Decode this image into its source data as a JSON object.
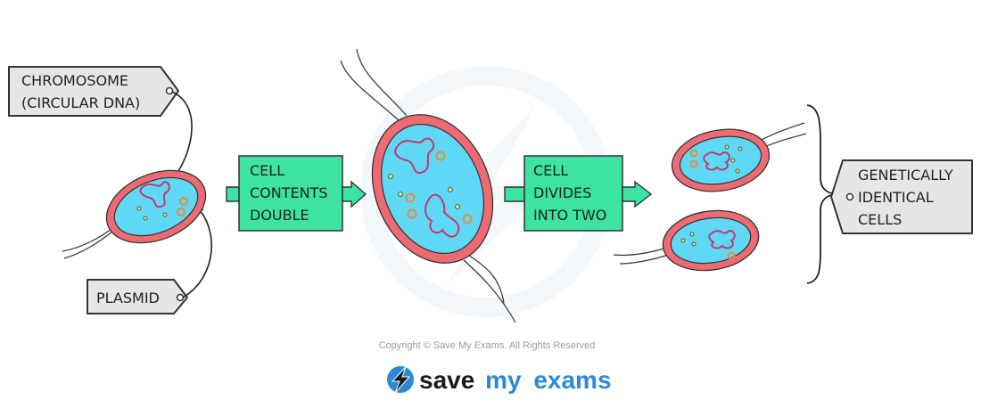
{
  "labels": {
    "chromosome": [
      "CHROMOSOME",
      "(CIRCULAR  DNA)"
    ],
    "plasmid": "PLASMID",
    "step1": [
      "CELL",
      "CONTENTS",
      "DOUBLE"
    ],
    "step2": [
      "CELL",
      "DIVIDES",
      "INTO TWO"
    ],
    "result": [
      "GENETICALLY",
      "IDENTICAL",
      "CELLS"
    ]
  },
  "footer": {
    "copyright": "Copyright © Save My Exams. All Rights Reserved",
    "brand_save": "save",
    "brand_my": "my",
    "brand_exams": "exams"
  },
  "colors": {
    "membrane": "#ee6b73",
    "cytoplasm": "#5fd8f5",
    "dna": "#c23a6e",
    "plasmid": "#e88a3c",
    "ribosome": "#f2e26a",
    "step_box": "#3de3a0",
    "tag": "#e6e6e6",
    "brand_blue": "#2b8ad6",
    "brand_dark": "#1a1a1a"
  },
  "icons": [
    "lightning-bolt-logo-icon"
  ]
}
